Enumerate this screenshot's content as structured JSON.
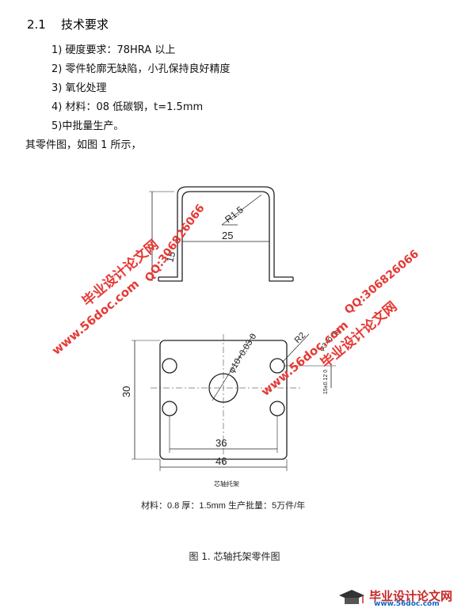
{
  "section": {
    "number": "2.1",
    "title": "技术要求"
  },
  "requirements": [
    "1)  硬度要求：78HRA 以上",
    "2)  零件轮廓无缺陷，小孔保持良好精度",
    "3)  氧化处理",
    "4)  材料：08 低碳钢，t=1.5mm",
    "5)中批量生产。"
  ],
  "intro": "其零件图，如图 1 所示，",
  "drawing": {
    "top_view": {
      "dim_width": "25",
      "dim_radius": "R1.5",
      "dim_height": "15"
    },
    "front_view": {
      "dim_height": "30",
      "dim_hole": "φ10+0.03 0",
      "dim_radius": "R2",
      "dim_small": "φ3×0.03",
      "dim_offset": "15±0.12 0",
      "dim_inner": "36",
      "dim_outer": "46"
    },
    "label_part": "芯轴托架",
    "notes": "材料：0.8  厚：1.5mm  生产批量：5万件/年"
  },
  "caption": "图 1. 芯轴托架零件图",
  "watermarks": {
    "site_name": "毕业设计论文网",
    "qq": "QQ:306826066",
    "url": "www.56doc.com"
  },
  "footer_logo": {
    "name": "毕业设计论文网",
    "url": "www.56doc.com"
  }
}
